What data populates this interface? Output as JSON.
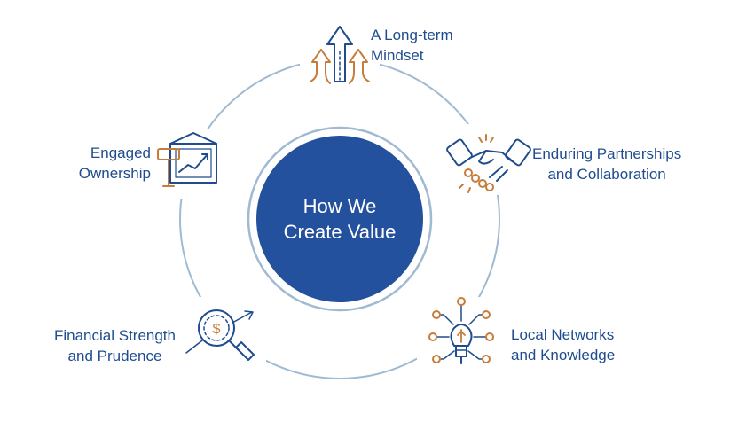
{
  "center": {
    "line1": "How We",
    "line2": "Create Value"
  },
  "nodes": [
    {
      "id": "long-term",
      "line1": "A Long-term",
      "line2": "Mindset",
      "icon": "upward-arrows-icon"
    },
    {
      "id": "partnerships",
      "line1": "Enduring Partnerships",
      "line2": "and Collaboration",
      "icon": "handshake-icon"
    },
    {
      "id": "local",
      "line1": "Local Networks",
      "line2": "and Knowledge",
      "icon": "lightbulb-network-icon"
    },
    {
      "id": "financial",
      "line1": "Financial Strength",
      "line2": "and Prudence",
      "icon": "magnifier-dollar-icon"
    },
    {
      "id": "ownership",
      "line1": "Engaged",
      "line2": "Ownership",
      "icon": "gavel-chart-icon"
    }
  ],
  "colors": {
    "navy": "#1f4c8f",
    "center_fill": "#24519e",
    "ring": "#9fbad2",
    "orange": "#c77d3a"
  }
}
